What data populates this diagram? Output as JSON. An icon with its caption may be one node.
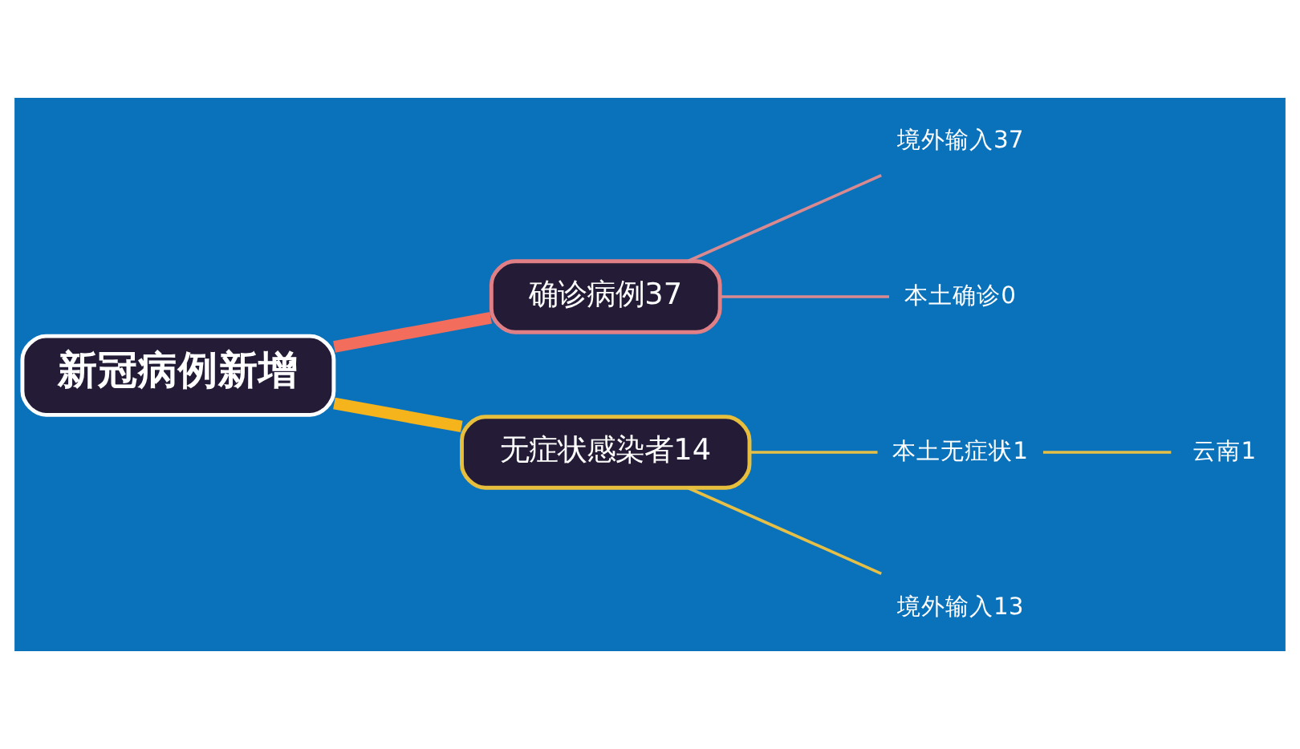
{
  "diagram": {
    "nodes": [
      {
        "text": [
          "新冠病例新增"
        ]
      },
      {
        "text": [
          "确诊病例37"
        ]
      },
      {
        "text": [
          "境外输入37"
        ]
      },
      {
        "text": [
          "本土确诊0"
        ]
      },
      {
        "text": [
          "无症状感染者14"
        ]
      },
      {
        "text": [
          "本土无症状1"
        ]
      },
      {
        "text": [
          "云南1"
        ]
      },
      {
        "text": [
          "境外输入13"
        ]
      }
    ],
    "edges": [
      {
        "from": 0,
        "to": 1,
        "arrow": "none",
        "style": "thick",
        "color": "#f26d5b"
      },
      {
        "from": 1,
        "to": 2,
        "arrow": "none",
        "color": "#d98a90"
      },
      {
        "from": 1,
        "to": 3,
        "arrow": "none",
        "color": "#d98a90"
      },
      {
        "from": 0,
        "to": 4,
        "arrow": "none",
        "style": "thick",
        "color": "#f5b31c"
      },
      {
        "from": 4,
        "to": 5,
        "arrow": "none",
        "color": "#e6c046"
      },
      {
        "from": 5,
        "to": 6,
        "arrow": "none",
        "color": "#e6c046"
      },
      {
        "from": 4,
        "to": 7,
        "arrow": "none",
        "color": "#e6c046"
      }
    ]
  }
}
